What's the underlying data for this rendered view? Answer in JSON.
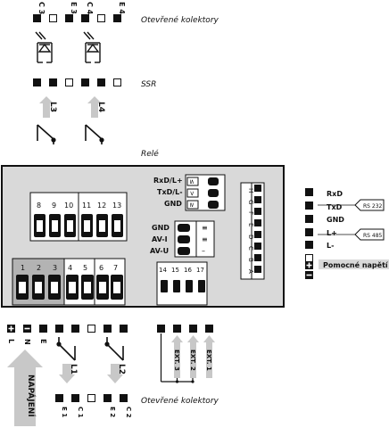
{
  "top": {
    "terminals": [
      "C 3",
      "E 3",
      "C 4",
      "E 4"
    ],
    "label_collectors": "Otevřené kolektory",
    "label_ssr": "SSR",
    "label_relay": "Relé",
    "relay_labels": [
      "L3",
      "L4"
    ]
  },
  "module": {
    "serial_labels": [
      "RxD/L+",
      "TxD/L-",
      "GND"
    ],
    "serial_symbols": [
      "≤",
      ">",
      "≥"
    ],
    "terminal_numbers_top": [
      "8",
      "9",
      "10",
      "11",
      "12",
      "13"
    ],
    "terminal_numbers_bottom": [
      "1",
      "2",
      "3",
      "4",
      "5",
      "6",
      "7"
    ],
    "analog_labels": [
      "GND",
      "AV-I",
      "AV-U"
    ],
    "analog_symbols": [
      "≡",
      "≡",
      "–"
    ],
    "small_numbers": [
      "14",
      "15",
      "16",
      "17"
    ],
    "letters": [
      "H",
      "G",
      "F",
      "E",
      "D",
      "C",
      "B",
      "A"
    ]
  },
  "legend": {
    "items": [
      "RxD",
      "TxD",
      "GND",
      "L+",
      "L-"
    ],
    "bubble_rs232": "RS 232",
    "bubble_rs485": "RS 485",
    "aux_voltage": "Pomocné napětí"
  },
  "bottom": {
    "power_labels": [
      "L",
      "N",
      "E"
    ],
    "supply": "NAPÁJENÍ",
    "relay_labels": [
      "L1",
      "L2"
    ],
    "ext_labels": [
      "EXT. 3",
      "EXT. 2",
      "EXT. 1"
    ],
    "label_collectors": "Otevřené kolektory",
    "out_terminals": [
      "E 1",
      "C 1",
      "E 2",
      "C 2"
    ]
  },
  "colors": {
    "frame": "#111111",
    "module_bg": "#d9d9d9",
    "shaded": "#b3b3b3",
    "arrow": "#c8c8c8"
  }
}
